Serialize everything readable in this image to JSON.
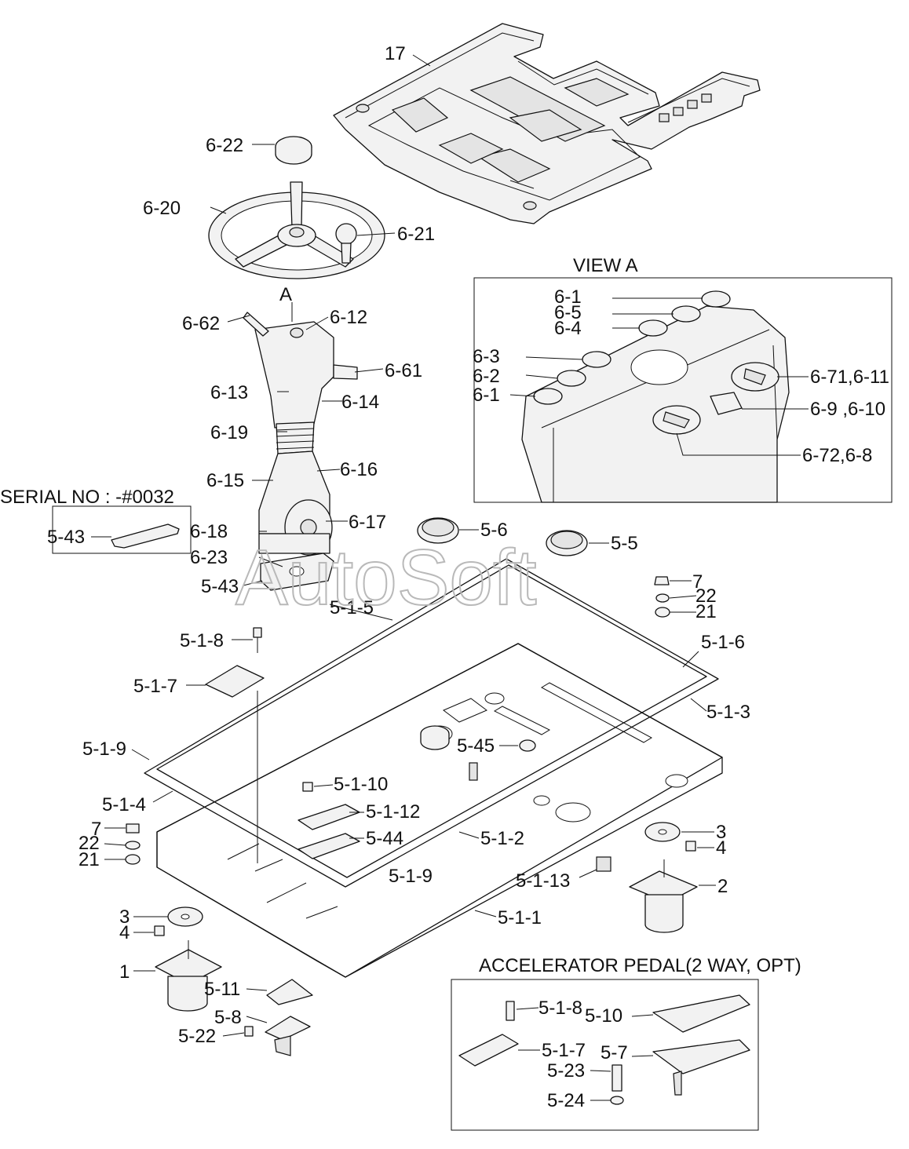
{
  "watermark": "AutoSoft",
  "titles": {
    "view_a": "VIEW A",
    "serial": "SERIAL NO : -#0032",
    "accelerator": "ACCELERATOR PEDAL(2 WAY, OPT)",
    "arrow_a": "A"
  },
  "callouts": [
    {
      "id": "c17",
      "text": "17"
    },
    {
      "id": "c6-22",
      "text": "6-22"
    },
    {
      "id": "c6-20",
      "text": "6-20"
    },
    {
      "id": "c6-21",
      "text": "6-21"
    },
    {
      "id": "c6-62",
      "text": "6-62"
    },
    {
      "id": "c6-12",
      "text": "6-12"
    },
    {
      "id": "c6-61",
      "text": "6-61"
    },
    {
      "id": "c6-13",
      "text": "6-13"
    },
    {
      "id": "c6-14",
      "text": "6-14"
    },
    {
      "id": "c6-19",
      "text": "6-19"
    },
    {
      "id": "c6-15",
      "text": "6-15"
    },
    {
      "id": "c6-16",
      "text": "6-16"
    },
    {
      "id": "c6-18",
      "text": "6-18"
    },
    {
      "id": "c6-17",
      "text": "6-17"
    },
    {
      "id": "c6-23",
      "text": "6-23"
    },
    {
      "id": "c5-43a",
      "text": "5-43"
    },
    {
      "id": "c5-43b",
      "text": "5-43"
    },
    {
      "id": "c5-6",
      "text": "5-6"
    },
    {
      "id": "c5-5",
      "text": "5-5"
    },
    {
      "id": "c7a",
      "text": "7"
    },
    {
      "id": "c22a",
      "text": "22"
    },
    {
      "id": "c21a",
      "text": "21"
    },
    {
      "id": "c5-1-5",
      "text": "5-1-5"
    },
    {
      "id": "c5-1-8a",
      "text": "5-1-8"
    },
    {
      "id": "c5-1-6",
      "text": "5-1-6"
    },
    {
      "id": "c5-1-7a",
      "text": "5-1-7"
    },
    {
      "id": "c5-1-3",
      "text": "5-1-3"
    },
    {
      "id": "c5-45",
      "text": "5-45"
    },
    {
      "id": "c5-1-9a",
      "text": "5-1-9"
    },
    {
      "id": "c5-1-10",
      "text": "5-1-10"
    },
    {
      "id": "c5-1-4",
      "text": "5-1-4"
    },
    {
      "id": "c5-1-12",
      "text": "5-1-12"
    },
    {
      "id": "c5-44",
      "text": "5-44"
    },
    {
      "id": "c5-1-2",
      "text": "5-1-2"
    },
    {
      "id": "c7b",
      "text": "7"
    },
    {
      "id": "c22b",
      "text": "22"
    },
    {
      "id": "c21b",
      "text": "21"
    },
    {
      "id": "c3a",
      "text": "3"
    },
    {
      "id": "c4a",
      "text": "4"
    },
    {
      "id": "c5-1-9b",
      "text": "5-1-9"
    },
    {
      "id": "c5-1-13",
      "text": "5-1-13"
    },
    {
      "id": "c2",
      "text": "2"
    },
    {
      "id": "c5-1-1",
      "text": "5-1-1"
    },
    {
      "id": "c3b",
      "text": "3"
    },
    {
      "id": "c4b",
      "text": "4"
    },
    {
      "id": "c1",
      "text": "1"
    },
    {
      "id": "c5-11",
      "text": "5-11"
    },
    {
      "id": "c5-8",
      "text": "5-8"
    },
    {
      "id": "c5-22",
      "text": "5-22"
    },
    {
      "id": "c5-1-8b",
      "text": "5-1-8"
    },
    {
      "id": "c5-10",
      "text": "5-10"
    },
    {
      "id": "c5-1-7b",
      "text": "5-1-7"
    },
    {
      "id": "c5-7",
      "text": "5-7"
    },
    {
      "id": "c5-23",
      "text": "5-23"
    },
    {
      "id": "c5-24",
      "text": "5-24"
    }
  ],
  "view_a_callouts": [
    {
      "id": "v6-1a",
      "text": "6-1"
    },
    {
      "id": "v6-5",
      "text": "6-5"
    },
    {
      "id": "v6-4",
      "text": "6-4"
    },
    {
      "id": "v6-3",
      "text": "6-3"
    },
    {
      "id": "v6-2",
      "text": "6-2"
    },
    {
      "id": "v6-1b",
      "text": "6-1"
    },
    {
      "id": "v6-71",
      "text": "6-71,6-11"
    },
    {
      "id": "v6-9",
      "text": "6-9 ,6-10"
    },
    {
      "id": "v6-72",
      "text": "6-72,6-8"
    }
  ]
}
